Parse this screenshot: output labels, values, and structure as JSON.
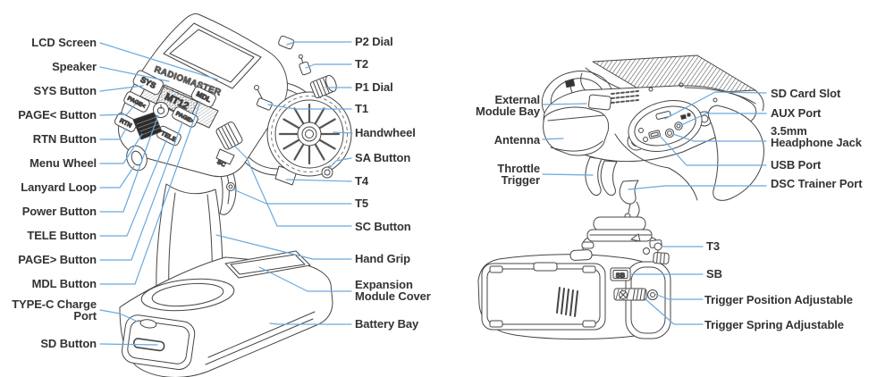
{
  "colors": {
    "label_text": "#333333",
    "leader_line": "#6aa9dd",
    "line_art": "#454545"
  },
  "front_view": {
    "labels_left": [
      "LCD Screen",
      "Speaker",
      "SYS Button",
      "PAGE< Button",
      "RTN Button",
      "Menu Wheel",
      "Lanyard Loop",
      "Power Button",
      "TELE Button",
      "PAGE> Button",
      "MDL Button",
      "TYPE-C Charge\nPort",
      "SD Button"
    ],
    "labels_right": [
      "P2 Dial",
      "T2",
      "P1 Dial",
      "T1",
      "Handwheel",
      "SA Button",
      "T4",
      "T5",
      "SC Button",
      "Hand Grip",
      "Expansion\nModule Cover",
      "Battery Bay"
    ],
    "markings": {
      "logo": "RADIOMASTER",
      "model": "MT12",
      "sys": "SYS",
      "page_left": "PAGE<",
      "rtn": "RTN",
      "mdl": "MDL",
      "page_right": "PAGE>",
      "tele": "TELE",
      "sc": "SC"
    }
  },
  "rear_view": {
    "labels_left": [
      "External\nModule Bay",
      "Antenna",
      "Throttle\nTrigger"
    ],
    "labels_right": [
      "SD Card Slot",
      "AUX Port",
      "3.5mm\nHeadphone Jack",
      "USB Port",
      "DSC Trainer Port"
    ]
  },
  "bottom_view": {
    "labels": [
      "T3",
      "SB",
      "Trigger Position Adjustable",
      "Trigger Spring Adjustable"
    ],
    "markings": {
      "sb": "SB"
    }
  }
}
